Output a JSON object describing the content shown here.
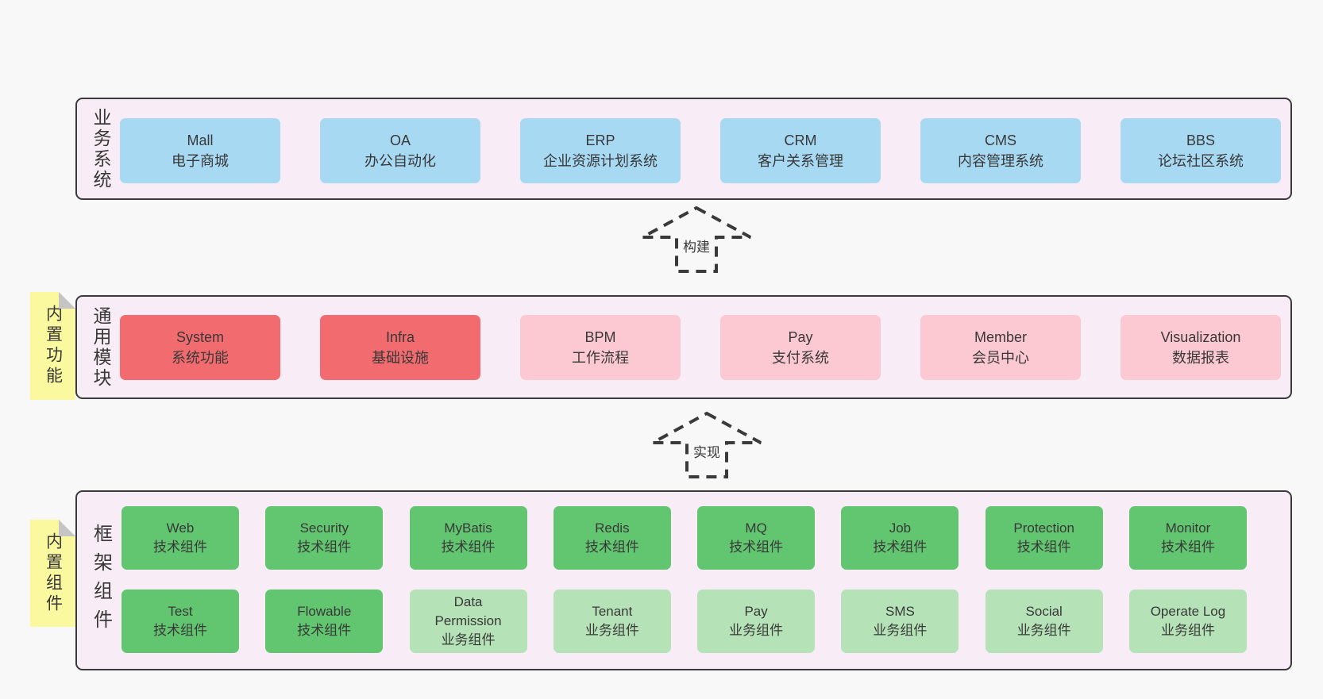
{
  "colors": {
    "page_bg": "#f8f8f8",
    "panel_bg": "#f8edf6",
    "panel_border": "#3a3a3a",
    "blue": "#a7d9f3",
    "red": "#f26b6e",
    "pink": "#fcc8d1",
    "green_dark": "#62c56f",
    "green_light": "#b5e3b7",
    "note_yellow": "#fbf99f",
    "note_fold": "#c5c5c5",
    "text": "#383838"
  },
  "arrows": [
    {
      "label": "构建"
    },
    {
      "label": "实现"
    }
  ],
  "panels": {
    "business": {
      "label": "业务系统",
      "boxes": [
        {
          "title": "Mall",
          "subtitle": "电子商城",
          "type": "blue"
        },
        {
          "title": "OA",
          "subtitle": "办公自动化",
          "type": "blue"
        },
        {
          "title": "ERP",
          "subtitle": "企业资源计划系统",
          "type": "blue"
        },
        {
          "title": "CRM",
          "subtitle": "客户关系管理",
          "type": "blue"
        },
        {
          "title": "CMS",
          "subtitle": "内容管理系统",
          "type": "blue"
        },
        {
          "title": "BBS",
          "subtitle": "论坛社区系统",
          "type": "blue"
        }
      ]
    },
    "modules": {
      "label": "通用模块",
      "note": "内置功能",
      "boxes": [
        {
          "title": "System",
          "subtitle": "系统功能",
          "type": "red"
        },
        {
          "title": "Infra",
          "subtitle": "基础设施",
          "type": "red"
        },
        {
          "title": "BPM",
          "subtitle": "工作流程",
          "type": "pink"
        },
        {
          "title": "Pay",
          "subtitle": "支付系统",
          "type": "pink"
        },
        {
          "title": "Member",
          "subtitle": "会员中心",
          "type": "pink"
        },
        {
          "title": "Visualization",
          "subtitle": "数据报表",
          "type": "pink"
        }
      ]
    },
    "components": {
      "label": "框架组件",
      "note": "内置组件",
      "row1": [
        {
          "title": "Web",
          "subtitle": "技术组件",
          "type": "green_dark"
        },
        {
          "title": "Security",
          "subtitle": "技术组件",
          "type": "green_dark"
        },
        {
          "title": "MyBatis",
          "subtitle": "技术组件",
          "type": "green_dark"
        },
        {
          "title": "Redis",
          "subtitle": "技术组件",
          "type": "green_dark"
        },
        {
          "title": "MQ",
          "subtitle": "技术组件",
          "type": "green_dark"
        },
        {
          "title": "Job",
          "subtitle": "技术组件",
          "type": "green_dark"
        },
        {
          "title": "Protection",
          "subtitle": "技术组件",
          "type": "green_dark"
        },
        {
          "title": "Monitor",
          "subtitle": "技术组件",
          "type": "green_dark"
        }
      ],
      "row2": [
        {
          "title": "Test",
          "subtitle": "技术组件",
          "type": "green_dark"
        },
        {
          "title": "Flowable",
          "subtitle": "技术组件",
          "type": "green_dark"
        },
        {
          "title": "Data Permission",
          "subtitle": "业务组件",
          "type": "green_light"
        },
        {
          "title": "Tenant",
          "subtitle": "业务组件",
          "type": "green_light"
        },
        {
          "title": "Pay",
          "subtitle": "业务组件",
          "type": "green_light"
        },
        {
          "title": "SMS",
          "subtitle": "业务组件",
          "type": "green_light"
        },
        {
          "title": "Social",
          "subtitle": "业务组件",
          "type": "green_light"
        },
        {
          "title": "Operate Log",
          "subtitle": "业务组件",
          "type": "green_light"
        }
      ]
    }
  }
}
